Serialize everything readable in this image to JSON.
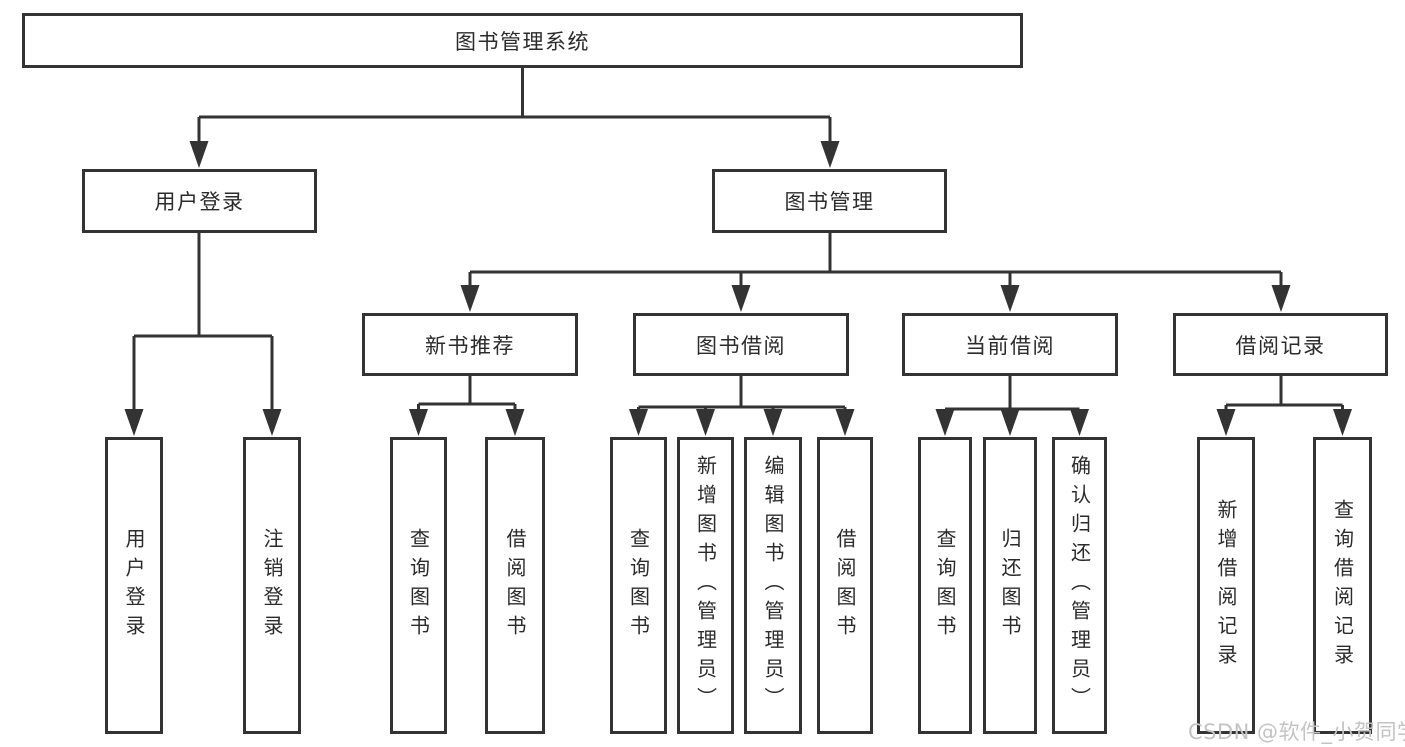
{
  "diagram": {
    "root": {
      "label": "图书管理系统"
    },
    "level2": [
      {
        "label": "用户登录"
      },
      {
        "label": "图书管理"
      }
    ],
    "level3": [
      {
        "label": "新书推荐"
      },
      {
        "label": "图书借阅"
      },
      {
        "label": "当前借阅"
      },
      {
        "label": "借阅记录"
      }
    ],
    "leaves": [
      {
        "label": "用户登录"
      },
      {
        "label": "注销登录"
      },
      {
        "label": "查询图书"
      },
      {
        "label": "借阅图书"
      },
      {
        "label": "查询图书"
      },
      {
        "label": "新增图书（管理员）"
      },
      {
        "label": "编辑图书（管理员）"
      },
      {
        "label": "借阅图书"
      },
      {
        "label": "查询图书"
      },
      {
        "label": "归还图书"
      },
      {
        "label": "确认归还（管理员）"
      },
      {
        "label": "新增借阅记录"
      },
      {
        "label": "查询借阅记录"
      }
    ]
  },
  "watermark": {
    "text": "CSDN @软件_小贺同学"
  },
  "colors": {
    "line": "#333333",
    "text": "#2b2b2b",
    "background": "#ffffff",
    "watermark": "#c3c3c3"
  }
}
